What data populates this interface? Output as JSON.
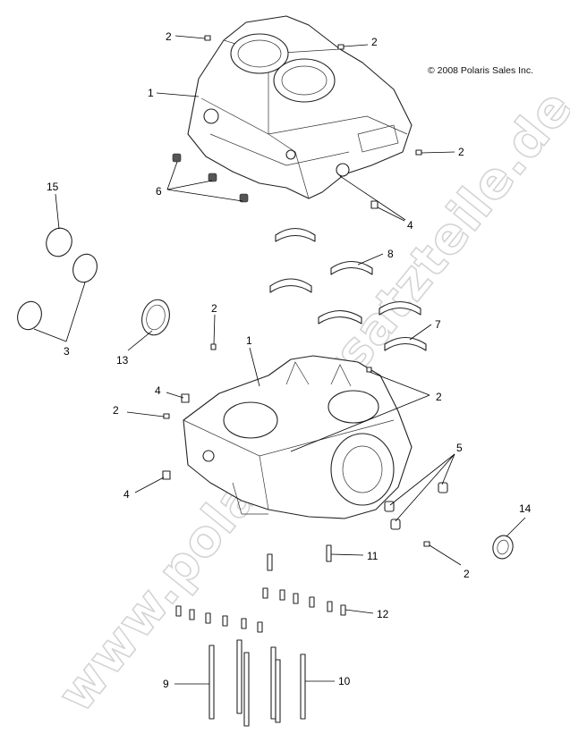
{
  "copyright": "© 2008 Polaris Sales Inc.",
  "watermark": "www.polaris-ersatzteile.de",
  "callouts": {
    "upper_crankcase": "1",
    "lower_crankcase": "1",
    "plug_top_left": "2",
    "plug_top_right": "2",
    "plug_right": "2",
    "plug_mid": "2",
    "plug_lower_right": "2",
    "plug_left": "2",
    "plug_bottom_right": "2",
    "rings": "3",
    "dowel_upper": "4",
    "dowel_left_upper": "4",
    "dowel_left_lower": "4",
    "dowels_right": "5",
    "inserts_upper": "6",
    "bearing_lower": "7",
    "bearing_upper": "8",
    "long_bolt_left": "9",
    "long_bolt_right": "10",
    "bolt_11": "11",
    "bolt_12": "12",
    "seal_13": "13",
    "seal_14": "14",
    "ring_15": "15"
  }
}
